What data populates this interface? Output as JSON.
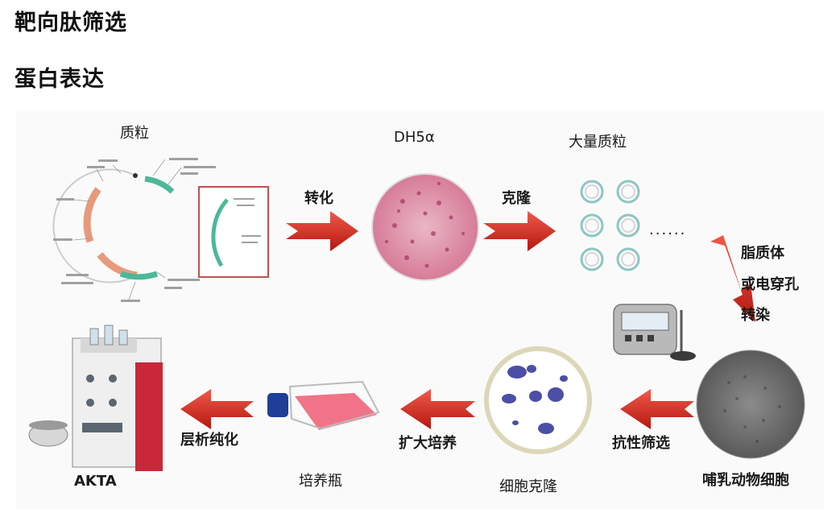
{
  "headings": {
    "title": "靶向肽筛选",
    "subtitle": "蛋白表达"
  },
  "diagram": {
    "stages": {
      "plasmid": "质粒",
      "host": "DH5α",
      "bulk_plasmid": "大量质粒",
      "mammalian_cells": "哺乳动物细胞",
      "cell_clone": "细胞克隆",
      "flask": "培养瓶",
      "akta": "AKTA"
    },
    "steps": {
      "transform": "转化",
      "clone": "克隆",
      "liposome": "脂质体",
      "electro": "或电穿孔",
      "transfect": "转染",
      "selection": "抗性筛选",
      "expand": "扩大培养",
      "purify": "层析纯化"
    },
    "ellipsis": "......",
    "colors": {
      "arrow": "#d8261c",
      "plasmid_green": "#4cb89a",
      "plasmid_orange": "#e79a7c",
      "stain": "#c94b7a",
      "clone_blue": "#4b4fa6",
      "flask_pink": "#ee5a72",
      "instrument_red": "#c8283a"
    }
  }
}
